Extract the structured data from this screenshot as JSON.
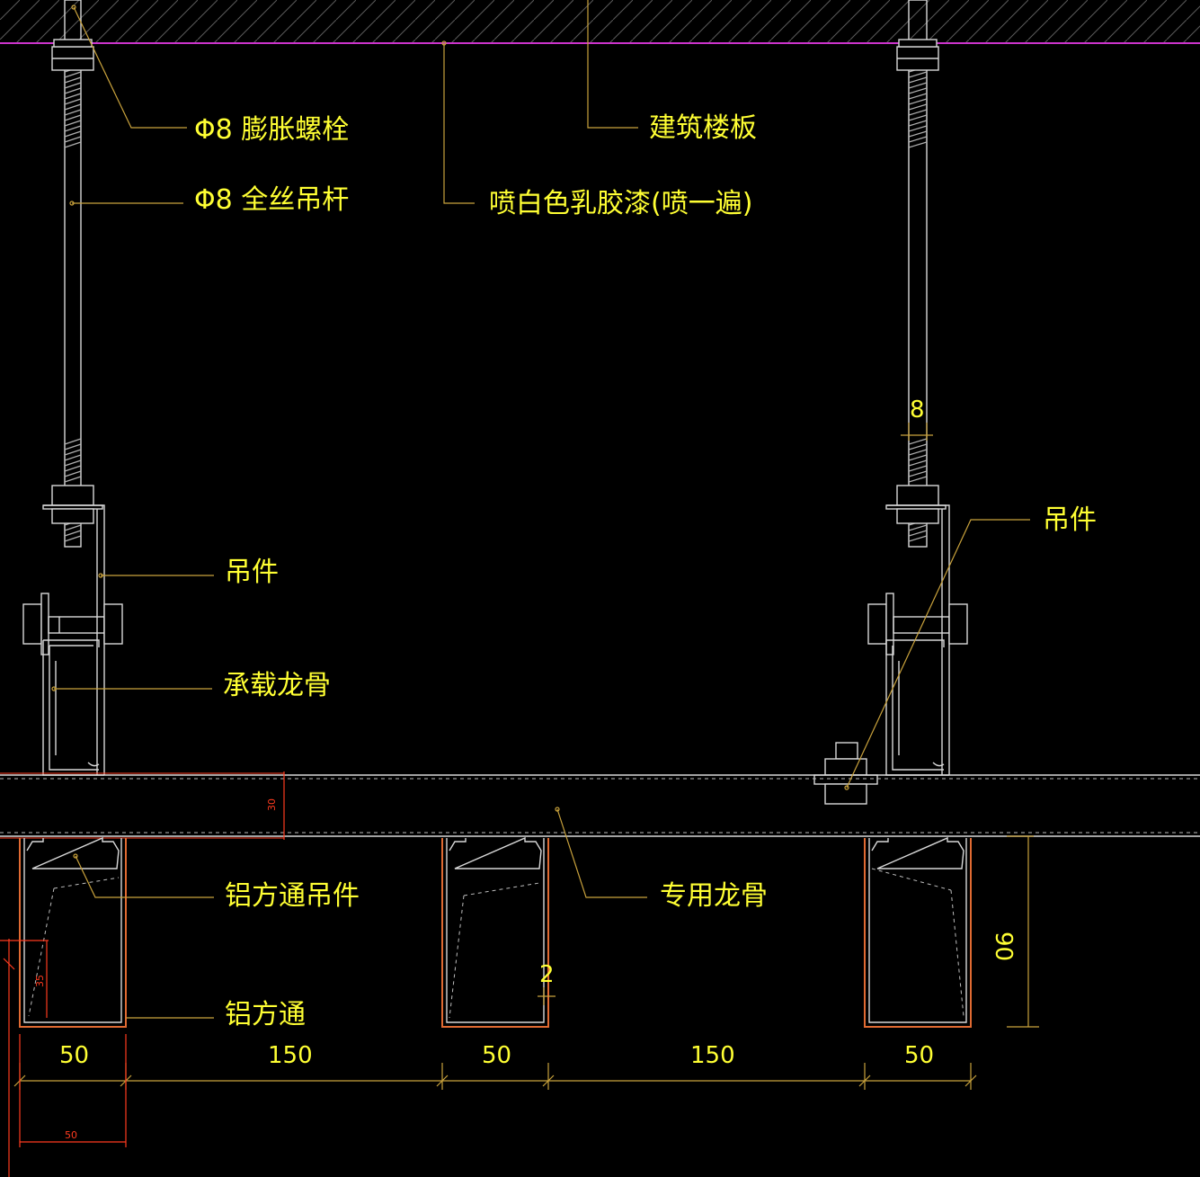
{
  "labels": {
    "expansion_bolt": "Φ8 膨胀螺栓",
    "threaded_rod": "Φ8 全丝吊杆",
    "building_slab": "建筑楼板",
    "white_latex_paint": "喷白色乳胶漆(喷一遍)",
    "hanger_left": "吊件",
    "hanger_right": "吊件",
    "main_keel": "承载龙骨",
    "aluminum_tube_hanger": "铝方通吊件",
    "special_keel": "专用龙骨",
    "aluminum_tube": "铝方通"
  },
  "dimensions": {
    "rod_diameter": "8",
    "keel_height": "30",
    "tube_height": "90",
    "wall_thickness": "2",
    "inner_height": "35",
    "bottom_width": "50",
    "spacing": [
      "50",
      "150",
      "50",
      "150",
      "50"
    ]
  },
  "colors": {
    "background": "#000000",
    "text": "#ffff33",
    "lines": "#d8d8d8",
    "leaders": "#c9a23c",
    "slab_line": "#cc33cc",
    "tube_outline": "#e06a32",
    "red_dims": "#ff3b1f"
  }
}
